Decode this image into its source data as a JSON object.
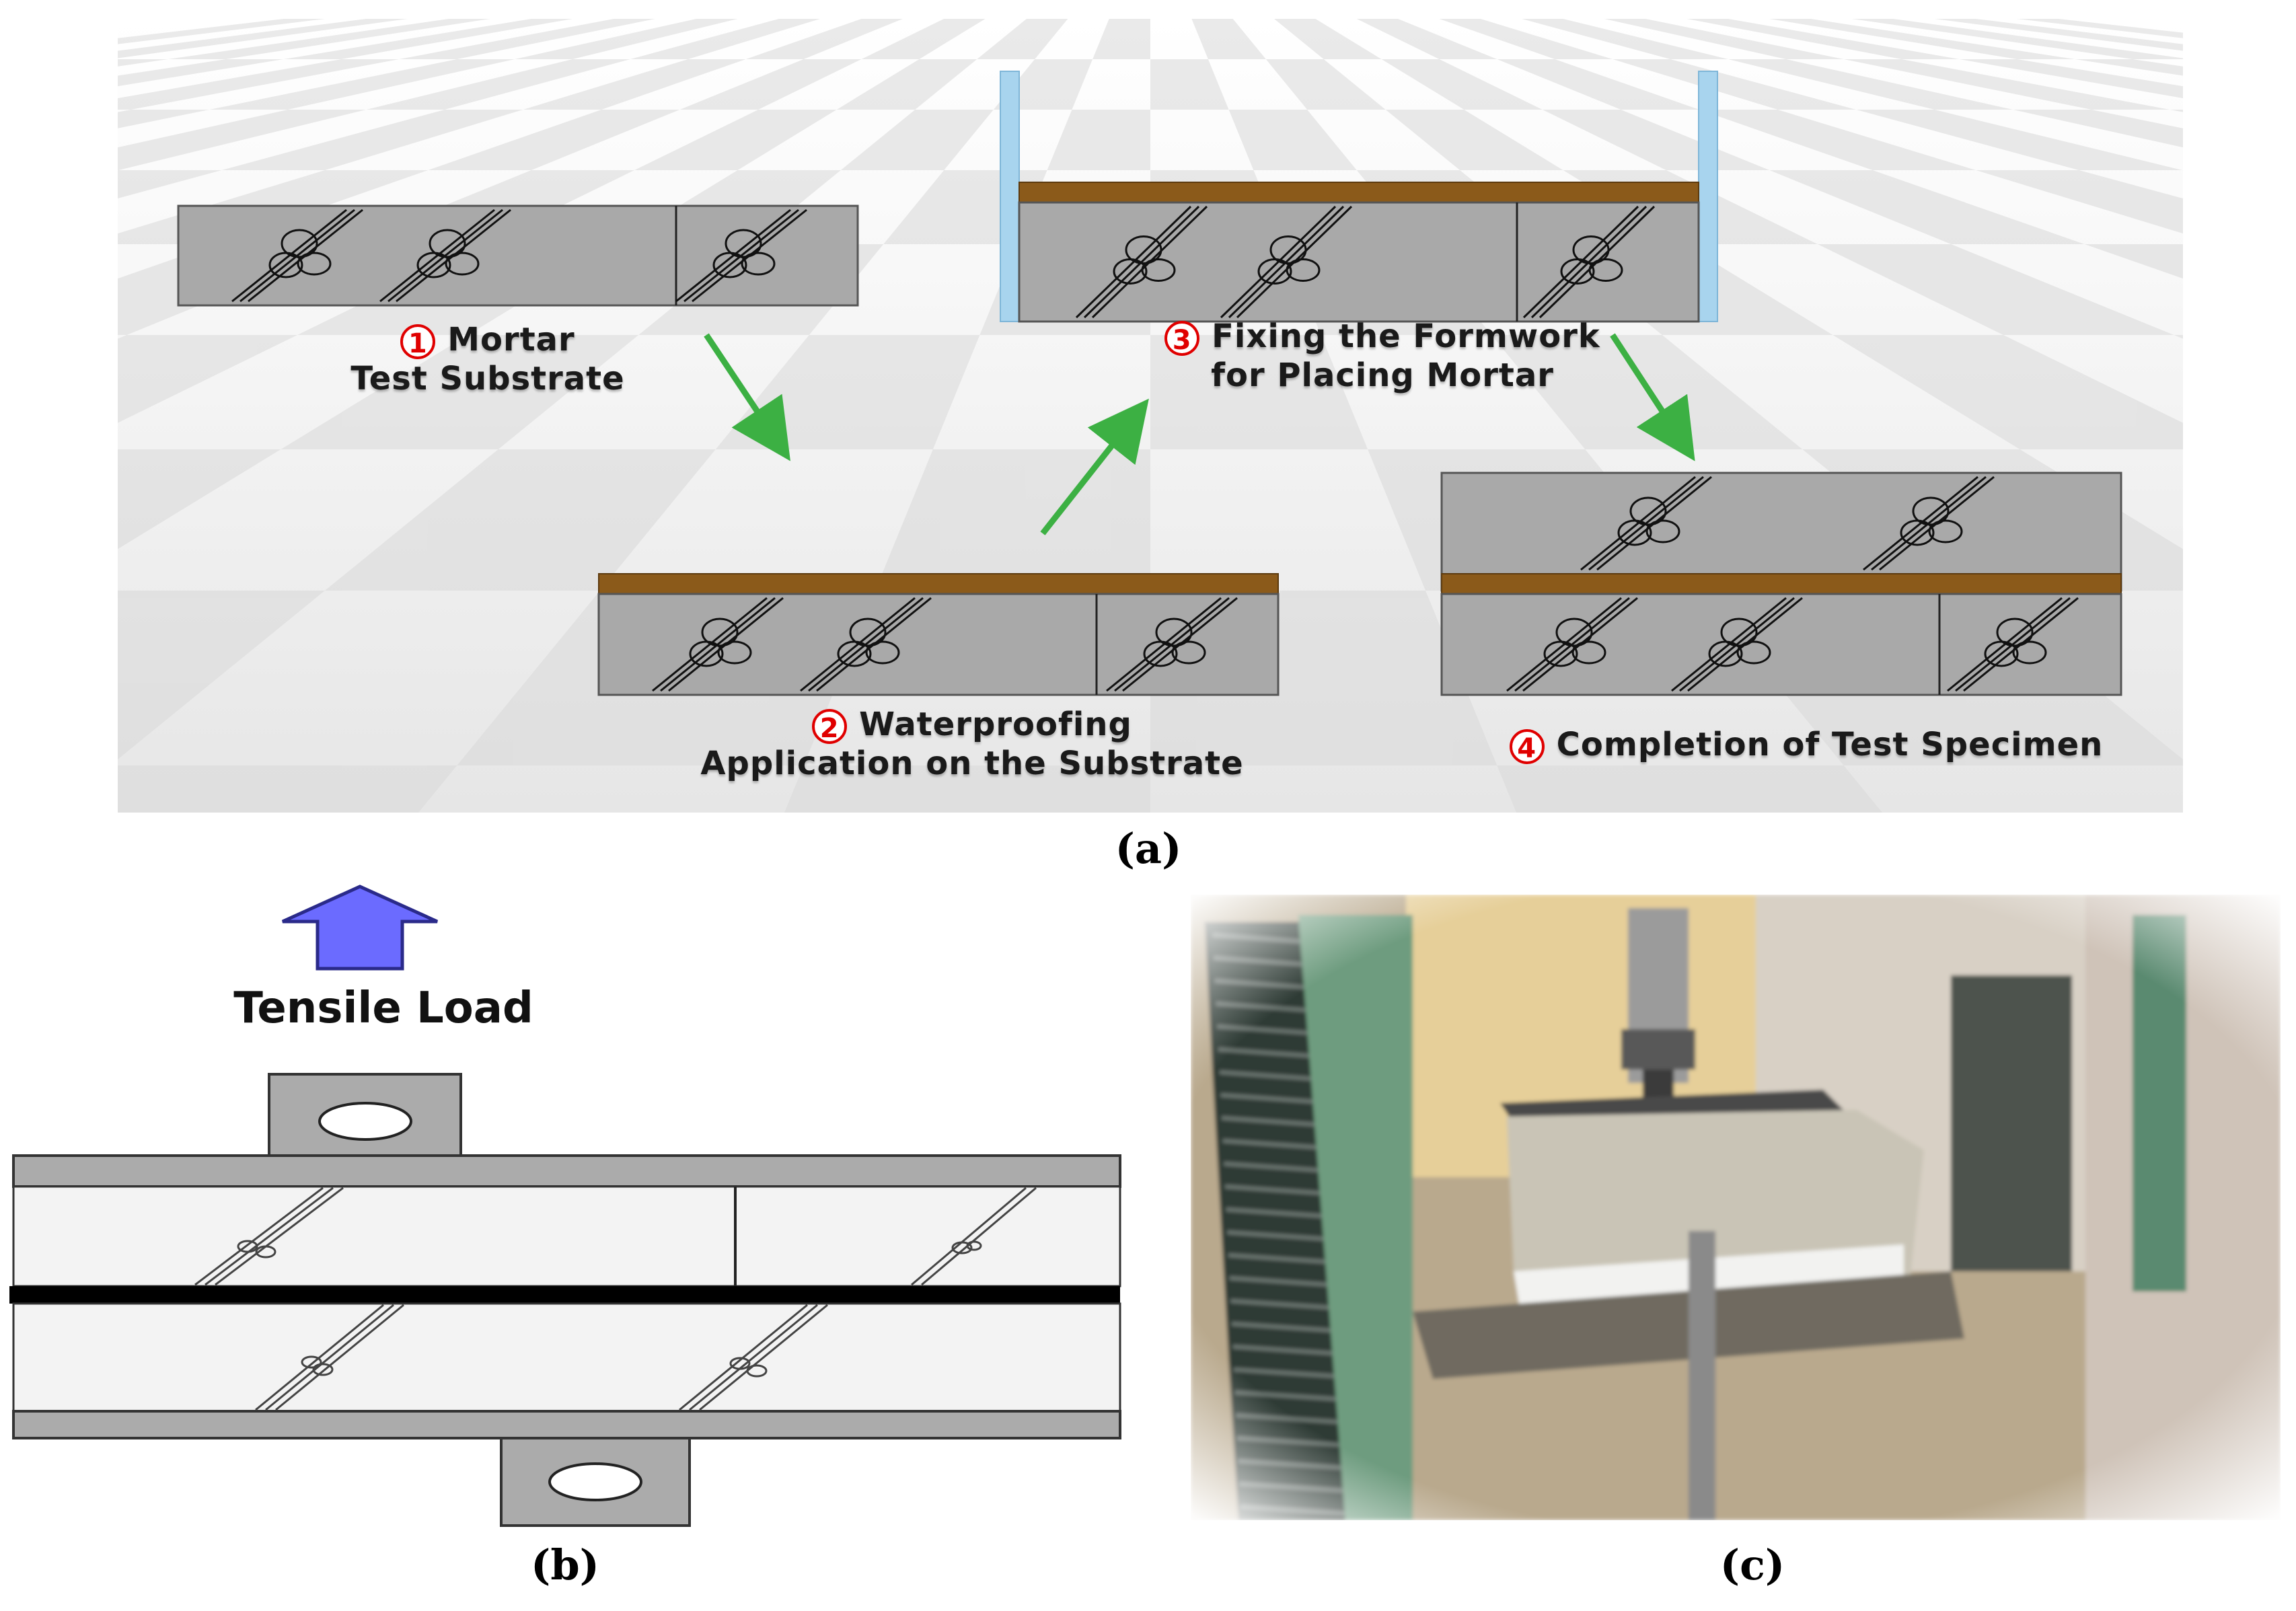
{
  "panel_a": {
    "steps": [
      {
        "num": "1",
        "text_line1": "Mortar",
        "text_line2": "Test Substrate"
      },
      {
        "num": "2",
        "text_line1": "Waterproofing",
        "text_line2": "Application on the Substrate"
      },
      {
        "num": "3",
        "text_line1": "Fixing the Formwork",
        "text_line2": "for Placing Mortar"
      },
      {
        "num": "4",
        "text_line1": "Completion of Test Specimen",
        "text_line2": ""
      }
    ],
    "caption": "(a)"
  },
  "panel_b": {
    "load_label": "Tensile Load",
    "caption": "(b)"
  },
  "panel_c": {
    "caption": "(c)"
  },
  "colors": {
    "substrate": "#a9a9a9",
    "waterproofing": "#8b5a1a",
    "formwork": "#a8d4ee",
    "arrow": "#3cb043",
    "load_arrow": "#6b6bff",
    "step_number": "#e00000"
  }
}
